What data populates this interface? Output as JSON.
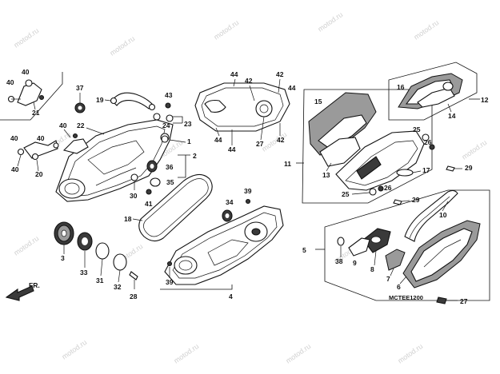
{
  "watermark": "motod.ru",
  "diagram_code": "MCTEE1200",
  "direction_label": "FR.",
  "labels": {
    "n1": "1",
    "n2": "2",
    "n3": "3",
    "n4": "4",
    "n5": "5",
    "n6": "6",
    "n7": "7",
    "n8": "8",
    "n9": "9",
    "n10": "10",
    "n11": "11",
    "n12": "12",
    "n13": "13",
    "n14": "14",
    "n15": "15",
    "n16": "16",
    "n17": "17",
    "n18": "18",
    "n19": "19",
    "n20": "20",
    "n21": "21",
    "n22": "22",
    "n23": "23",
    "n24": "24",
    "n25": "25",
    "n26": "26",
    "n27": "27",
    "n28": "28",
    "n29": "29",
    "n30": "30",
    "n31": "31",
    "n32": "32",
    "n33": "33",
    "n34": "34",
    "n35": "35",
    "n36": "36",
    "n37": "37",
    "n38": "38",
    "n39": "39",
    "n40": "40",
    "n41": "41",
    "n42": "42",
    "n43": "43",
    "n44": "44"
  }
}
